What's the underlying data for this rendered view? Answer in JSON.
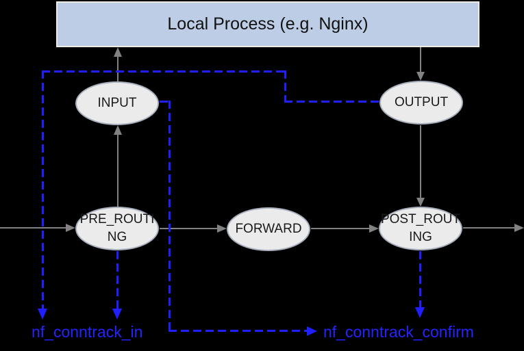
{
  "diagram": {
    "title_box": {
      "label": "Local Process (e.g. Nginx)"
    },
    "nodes": [
      {
        "id": "input",
        "label": "INPUT",
        "lines": [
          "INPUT"
        ]
      },
      {
        "id": "output",
        "label": "OUTPUT",
        "lines": [
          "OUTPUT"
        ]
      },
      {
        "id": "pre-routing",
        "label": "PRE_ROUTING",
        "lines": [
          "PRE_ROUTI",
          "NG"
        ]
      },
      {
        "id": "forward",
        "label": "FORWARD",
        "lines": [
          "FORWARD"
        ]
      },
      {
        "id": "post-routing",
        "label": "POST_ROUTING",
        "lines": [
          "POST_ROUT",
          "ING"
        ]
      }
    ],
    "hooks": [
      {
        "id": "nf-conntrack-in",
        "label": "nf_conntrack_in"
      },
      {
        "id": "nf-conntrack-confirm",
        "label": "nf_conntrack_confirm"
      }
    ],
    "edges_solid": [
      "network-in -> PRE_ROUTING",
      "PRE_ROUTING -> INPUT",
      "INPUT -> Local Process",
      "Local Process -> OUTPUT",
      "OUTPUT -> POST_ROUTING",
      "PRE_ROUTING -> FORWARD",
      "FORWARD -> POST_ROUTING",
      "POST_ROUTING -> network-out"
    ],
    "edges_dashed": [
      "OUTPUT -> nf_conntrack_in",
      "PRE_ROUTING -> nf_conntrack_in",
      "INPUT -> nf_conntrack_confirm",
      "POST_ROUTING -> nf_conntrack_confirm"
    ],
    "colors": {
      "background": "#000000",
      "box_fill": "#bccde5",
      "box_border": "#eeece2",
      "node_fill": "#ebebeb",
      "node_border": "#a8b0bd",
      "solid_line": "#828282",
      "dashed_line": "#1f1fff",
      "hook_text": "#2424ff"
    }
  }
}
